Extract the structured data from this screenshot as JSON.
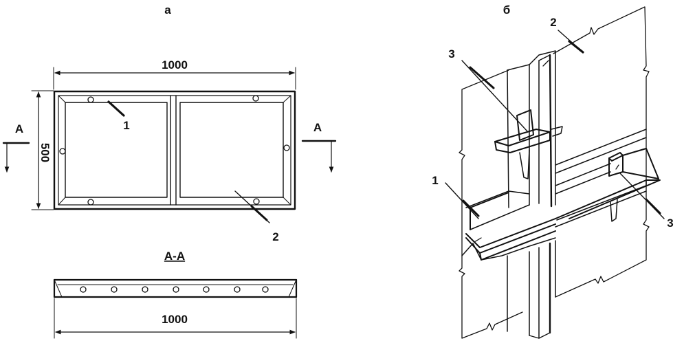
{
  "panel_a": {
    "label": "а",
    "width_dim": "1000",
    "height_dim": "500",
    "section_mark_left": "А",
    "section_mark_right": "А",
    "callout_1": "1",
    "callout_2": "2",
    "section_title": "А-А",
    "section_width_dim": "1000"
  },
  "panel_b": {
    "label": "б",
    "callout_1": "1",
    "callout_2": "2",
    "callout_3_top": "3",
    "callout_3_right": "3"
  }
}
